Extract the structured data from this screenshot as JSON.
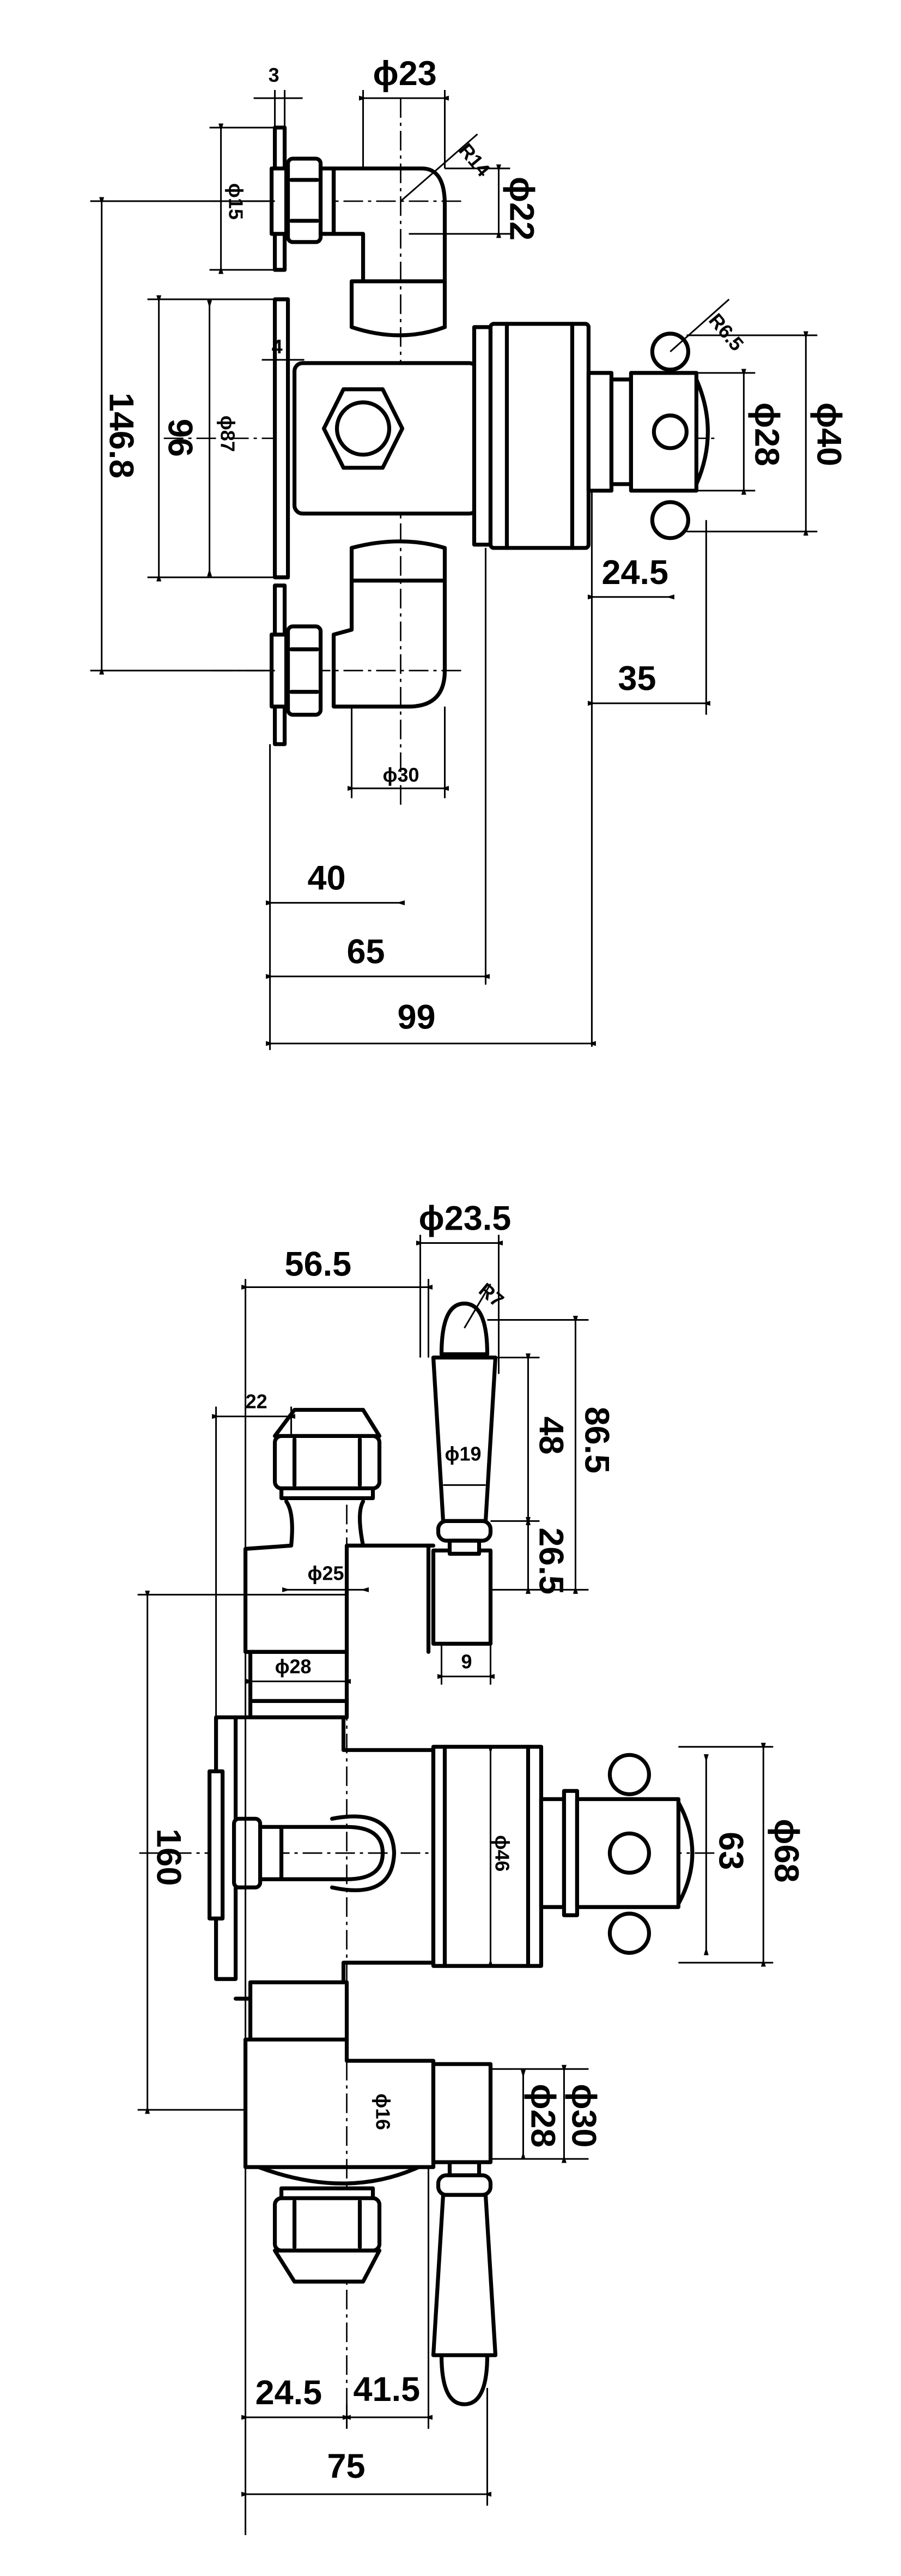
{
  "top_view": {
    "dims": {
      "phi23": "ϕ23",
      "three": "3",
      "phi15": "ϕ15",
      "r14": "R14",
      "phi22": "ϕ22",
      "four": "4",
      "phi87": "ϕ87",
      "ninety_six": "96",
      "d146_8": "146.8",
      "r6_5": "R6.5",
      "phi28": "ϕ28",
      "phi40": "ϕ40",
      "d24_5": "24.5",
      "thirty_five": "35",
      "phi30": "ϕ30",
      "forty": "40",
      "sixty_five": "65",
      "ninety_nine": "99"
    }
  },
  "side_view": {
    "dims": {
      "phi23_5": "ϕ23.5",
      "d56_5": "56.5",
      "r7": "R7",
      "twenty_two": "22",
      "phi19": "ϕ19",
      "forty_eight": "48",
      "d86_5": "86.5",
      "d26_5": "26.5",
      "phi25": "ϕ25",
      "nine": "9",
      "phi28_top": "ϕ28",
      "one_sixty": "160",
      "phi46": "ϕ46",
      "sixty_three": "63",
      "phi68": "ϕ68",
      "phi16": "ϕ16",
      "phi28_bottom": "ϕ28",
      "phi30": "ϕ30",
      "d24_5": "24.5",
      "d41_5": "41.5",
      "seventy_five": "75"
    }
  }
}
